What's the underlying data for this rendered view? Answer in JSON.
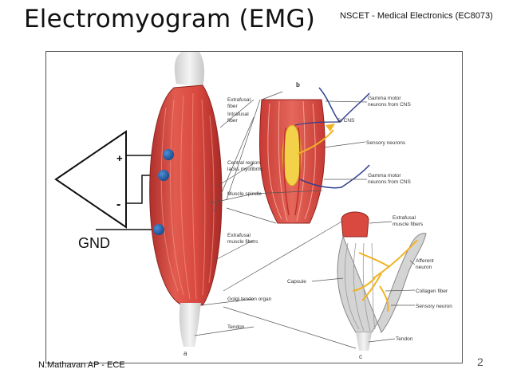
{
  "slide": {
    "title": "Electromyogram (EMG)",
    "course": "NSCET - Medical Electronics (EC8073)",
    "author": "N.Mathavan AP - ECE",
    "page_number": "2"
  },
  "diagram": {
    "amplifier": {
      "plus": "+",
      "minus": "-",
      "ground_label": "GND"
    },
    "panel_labels": {
      "a": "a",
      "b": "b",
      "c": "c"
    },
    "labels": {
      "extrafusal_fiber": [
        "Extrafusal",
        "fiber"
      ],
      "intrafusal_fiber": [
        "Intrafusal",
        "fiber"
      ],
      "central_region": [
        "Central region",
        "lacks myofibrils"
      ],
      "muscle_spindle": "Muscle spindle",
      "extrafusal_muscle_fibers_left": [
        "Extrafusal",
        "muscle fibers"
      ],
      "golgi_tendon_organ": "Golgi tendon organ",
      "tendon_left": "Tendon",
      "gamma_motor_top": [
        "Gamma motor",
        "neurons from CNS"
      ],
      "to_cns": "To CNS",
      "sensory_neurons": "Sensory neurons",
      "gamma_motor_bottom": [
        "Gamma motor",
        "neurons from CNS"
      ],
      "extrafusal_muscle_fibers_right": [
        "Extrafusal",
        "muscle fibers"
      ],
      "afferent_neuron": [
        "Afferent",
        "neuron"
      ],
      "capsule": "Capsule",
      "collagen_fiber": "Collagen fiber",
      "sensory_neuron": "Sensory neuron",
      "tendon_right": "Tendon"
    },
    "colors": {
      "muscle": "#d9493f",
      "muscle_dark": "#b0302c",
      "tendon": "#e6e6e6",
      "electrode": "#1f5fa8",
      "neuron_blue": "#2f3f8f",
      "neuron_yellow": "#f0b323"
    }
  }
}
